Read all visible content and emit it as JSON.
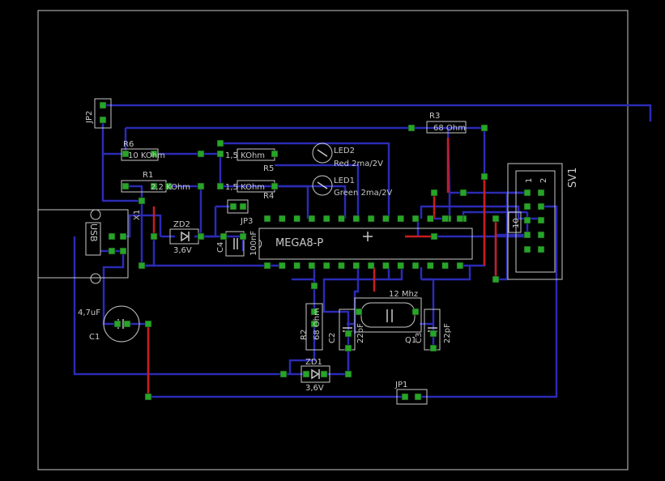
{
  "colors": {
    "background": "#000000",
    "outline": "#c8c8c8",
    "bottom_trace": "#2b2bb5",
    "top_trace": "#c81e1e",
    "pad": "#27a527",
    "silk": "#c8c8c8"
  },
  "labels": {
    "jp2": "JP2",
    "r6": "R6",
    "r6_value": "10 KOhm",
    "r1": "R1",
    "r1_value": "2,2 KOhm",
    "r5": "R5",
    "r5_value": "1,5 KOhm",
    "r4": "R4",
    "r4_value": "1,5 KOhm",
    "r3": "R3",
    "r3_value": "68 Ohm",
    "r2": "R2",
    "r2_value": "68 Ohm",
    "led2": "LED2",
    "led2_desc": "Red 2ma/2V",
    "led1": "LED1",
    "led1_desc": "Green 2ma/2V",
    "sv1": "SV1",
    "sv1_pin1": "1",
    "sv1_pin2": "2",
    "sv1_pin10": "10",
    "x1": "X1",
    "zd2": "ZD2",
    "zd2_value": "3,6V",
    "zd1": "ZD1",
    "zd1_value": "3,6V",
    "jp3": "JP3",
    "c4": "C4",
    "c4_value": "100nF",
    "ic": "MEGA8-P",
    "crystal_freq": "12 Mhz",
    "q1": "Q1",
    "c2": "C2",
    "c2_value": "22pF",
    "c3": "C3",
    "c3_value": "22pF",
    "c1": "C1",
    "c1_value": "4,7uF",
    "jp1": "JP1",
    "usb": "USB"
  }
}
